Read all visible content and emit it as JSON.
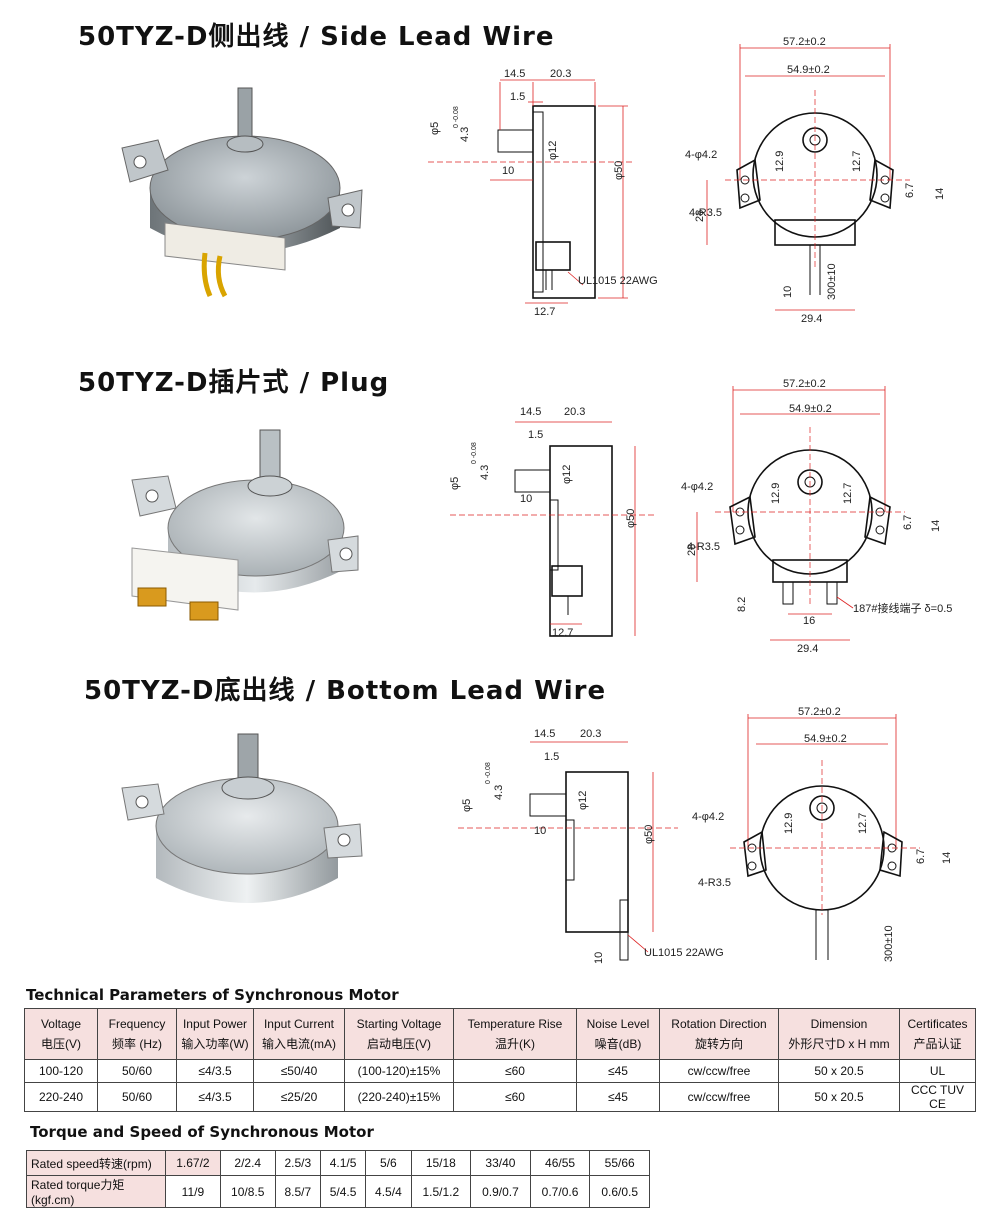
{
  "sections": [
    {
      "title": "50TYZ-D侧出线 / Side Lead Wire",
      "variant": "side",
      "side_dims": {
        "d1": "14.5",
        "d2": "20.3",
        "d3": "1.5",
        "d4": "4.3",
        "d4_tol": "0\n-0.08",
        "phi5": "φ5",
        "phi12": "φ12",
        "d5": "10",
        "phi50": "φ50",
        "d6": "12.7",
        "note": "UL1015 22AWG"
      },
      "front_dims": {
        "w1": "57.2±0.2",
        "w2": "54.9±0.2",
        "holes": "4-φ4.2",
        "radius": "4-R3.5",
        "h1": "12.9",
        "h2": "12.7",
        "h3": "6.7",
        "h4": "14",
        "h5": "28",
        "b1": "10",
        "b2": "300±10",
        "b3": "29.4"
      }
    },
    {
      "title": "50TYZ-D插片式 / Plug",
      "variant": "plug",
      "side_dims": {
        "d1": "14.5",
        "d2": "20.3",
        "d3": "1.5",
        "d4": "4.3",
        "d4_tol": "0\n-0.08",
        "phi5": "φ5",
        "phi12": "φ12",
        "d5": "10",
        "phi50": "φ50",
        "d6": "12.7",
        "note": ""
      },
      "front_dims": {
        "w1": "57.2±0.2",
        "w2": "54.9±0.2",
        "holes": "4-φ4.2",
        "radius": "4-R3.5",
        "h1": "12.9",
        "h2": "12.7",
        "h3": "6.7",
        "h4": "14",
        "h5": "28",
        "b1": "8.2",
        "b2": "16",
        "b3": "29.4",
        "note": "187#接线端子 δ=0.5"
      }
    },
    {
      "title": "50TYZ-D底出线 / Bottom Lead Wire",
      "variant": "bottom",
      "side_dims": {
        "d1": "14.5",
        "d2": "20.3",
        "d3": "1.5",
        "d4": "4.3",
        "d4_tol": "0\n-0.08",
        "phi5": "φ5",
        "phi12": "φ12",
        "d5": "10",
        "phi50": "φ50",
        "d6": "10",
        "note": "UL1015 22AWG"
      },
      "front_dims": {
        "w1": "57.2±0.2",
        "w2": "54.9±0.2",
        "holes": "4-φ4.2",
        "radius": "4-R3.5",
        "h1": "12.9",
        "h2": "12.7",
        "h3": "6.7",
        "h4": "14",
        "h5": "",
        "b1": "",
        "b2": "300±10",
        "b3": ""
      }
    }
  ],
  "params_table": {
    "title": "Technical Parameters of Synchronous Motor",
    "headers": [
      [
        "Voltage",
        "电压(V)"
      ],
      [
        "Frequency",
        "频率 (Hz)"
      ],
      [
        "Input Power",
        "输入功率(W)"
      ],
      [
        "Input Current",
        "输入电流(mA)"
      ],
      [
        "Starting Voltage",
        "启动电压(V)"
      ],
      [
        "Temperature Rise",
        "温升(K)"
      ],
      [
        "Noise Level",
        "噪音(dB)"
      ],
      [
        "Rotation Direction",
        "旋转方向"
      ],
      [
        "Dimension",
        "外形尺寸D x H mm"
      ],
      [
        "Certificates",
        "产品认证"
      ]
    ],
    "rows": [
      [
        "100-120",
        "50/60",
        "≤4/3.5",
        "≤50/40",
        "(100-120)±15%",
        "≤60",
        "≤45",
        "cw/ccw/free",
        "50 x 20.5",
        "UL"
      ],
      [
        "220-240",
        "50/60",
        "≤4/3.5",
        "≤25/20",
        "(220-240)±15%",
        "≤60",
        "≤45",
        "cw/ccw/free",
        "50 x 20.5",
        "CCC TUV CE"
      ]
    ]
  },
  "torque_table": {
    "title": "Torque and Speed of Synchronous Motor",
    "speed_label": "Rated speed转速(rpm)",
    "torque_label": "Rated torque力矩(kgf.cm)",
    "speeds": [
      "1.67/2",
      "2/2.4",
      "2.5/3",
      "4.1/5",
      "5/6",
      "15/18",
      "33/40",
      "46/55",
      "55/66"
    ],
    "torques": [
      "11/9",
      "10/8.5",
      "8.5/7",
      "5/4.5",
      "4.5/4",
      "1.5/1.2",
      "0.9/0.7",
      "0.7/0.6",
      "0.6/0.5"
    ]
  }
}
